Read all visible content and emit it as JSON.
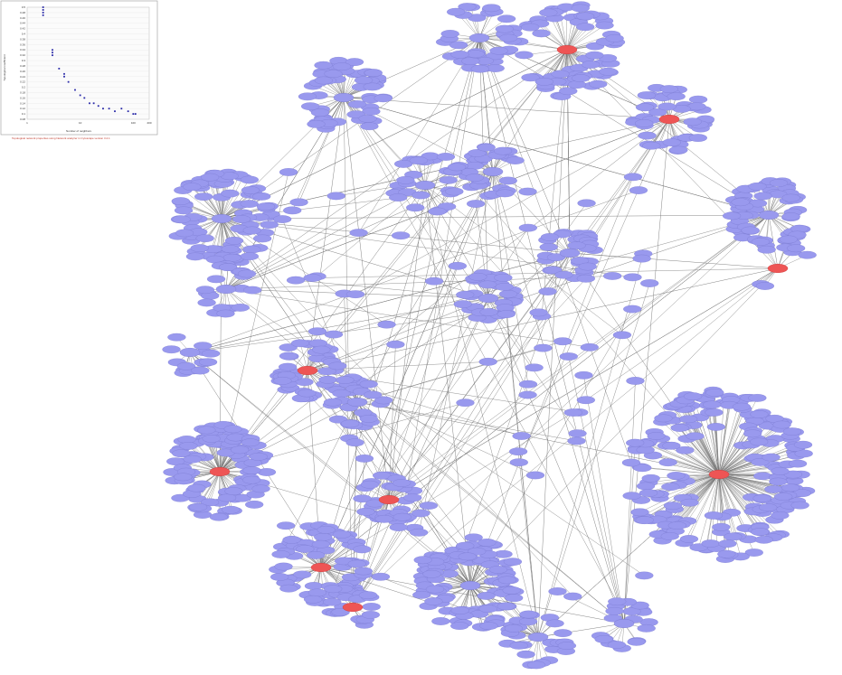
{
  "inset_chart": {
    "caption": "Topological network properties using Network analyzer in Cytoscape version 3.2.1",
    "xlabel": "Number of neighbors",
    "ylabel": "Topological coefficient",
    "x_tick_labels": [
      "1",
      "10",
      "100",
      "200"
    ],
    "y_tick_labels": [
      "0.5",
      "0.48",
      "0.46",
      "0.44",
      "0.42",
      "0.4",
      "0.38",
      "0.36",
      "0.34",
      "0.32",
      "0.3",
      "0.28",
      "0.26",
      "0.24",
      "0.22",
      "0.2",
      "0.18",
      "0.16",
      "0.14",
      "0.12",
      "0.1",
      "0.08"
    ],
    "point_color": "#2a2aa8"
  },
  "chart_data": {
    "type": "scatter",
    "xlabel": "Number of neighbors",
    "ylabel": "Topological coefficient",
    "xlim": [
      1,
      200
    ],
    "ylim": [
      0.08,
      0.5
    ],
    "log_x": true,
    "grid": true,
    "points": [
      {
        "x": 2,
        "y": 0.5
      },
      {
        "x": 2,
        "y": 0.49
      },
      {
        "x": 2,
        "y": 0.48
      },
      {
        "x": 2,
        "y": 0.47
      },
      {
        "x": 3,
        "y": 0.34
      },
      {
        "x": 3,
        "y": 0.33
      },
      {
        "x": 3,
        "y": 0.32
      },
      {
        "x": 4,
        "y": 0.27
      },
      {
        "x": 5,
        "y": 0.25
      },
      {
        "x": 5,
        "y": 0.24
      },
      {
        "x": 6,
        "y": 0.22
      },
      {
        "x": 8,
        "y": 0.19
      },
      {
        "x": 10,
        "y": 0.17
      },
      {
        "x": 12,
        "y": 0.16
      },
      {
        "x": 15,
        "y": 0.14
      },
      {
        "x": 18,
        "y": 0.14
      },
      {
        "x": 22,
        "y": 0.13
      },
      {
        "x": 27,
        "y": 0.12
      },
      {
        "x": 35,
        "y": 0.12
      },
      {
        "x": 45,
        "y": 0.11
      },
      {
        "x": 60,
        "y": 0.12
      },
      {
        "x": 80,
        "y": 0.11
      },
      {
        "x": 100,
        "y": 0.1
      },
      {
        "x": 110,
        "y": 0.1
      }
    ]
  },
  "network": {
    "node_color": "#9999ee",
    "hub_color": "#ee5555",
    "edge_color": "#777777",
    "hub_count": 9
  }
}
